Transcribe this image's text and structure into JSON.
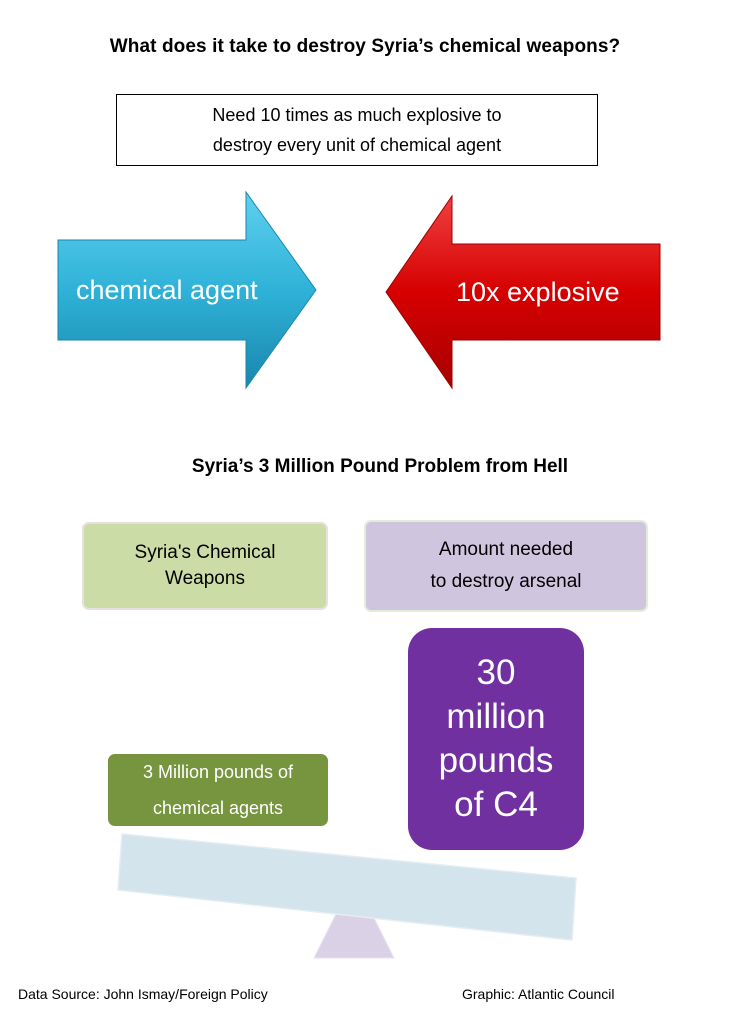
{
  "title": "What does it take to destroy Syria’s chemical weapons?",
  "note": {
    "line1": "Need 10 times as much explosive to",
    "line2": "destroy every unit of chemical agent"
  },
  "arrows": {
    "left_label": "chemical agent",
    "right_label": "10x explosive",
    "left_color": "#2fb2d8",
    "right_color": "#d60000"
  },
  "subtitle": "Syria’s 3 Million Pound Problem from Hell",
  "boxes": {
    "chemical_weapons": {
      "line1": "Syria's Chemical",
      "line2": "Weapons"
    },
    "amount_needed": {
      "line1": "Amount needed",
      "line2": "to destroy arsenal"
    },
    "c4": {
      "line1": "30",
      "line2": "million",
      "line3": "pounds",
      "line4": "of C4"
    },
    "chemical_agents": {
      "line1": "3 Million pounds of",
      "line2": "chemical agents"
    }
  },
  "footer": {
    "source": "Data Source:  John Ismay/Foreign Policy",
    "credit": "Graphic:  Atlantic Council"
  }
}
